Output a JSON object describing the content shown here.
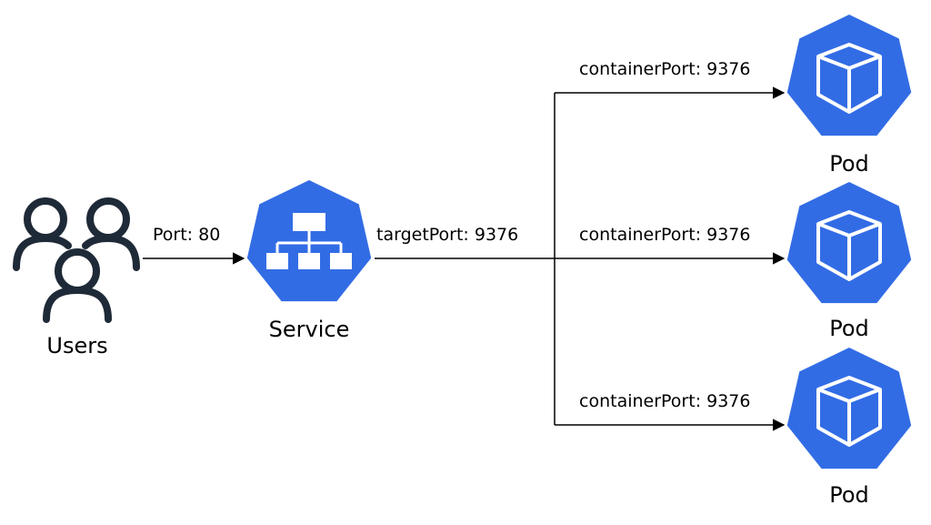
{
  "colors": {
    "k8s_blue": "#326CE5",
    "icon_white": "#ffffff",
    "users_stroke": "#1f2a38",
    "line": "#000000",
    "background": "#ffffff"
  },
  "nodes": {
    "users": {
      "label": "Users",
      "icon": "users-icon"
    },
    "service": {
      "label": "Service",
      "icon": "service-network-icon"
    },
    "pods": [
      {
        "label": "Pod",
        "icon": "pod-cube-icon"
      },
      {
        "label": "Pod",
        "icon": "pod-cube-icon"
      },
      {
        "label": "Pod",
        "icon": "pod-cube-icon"
      }
    ]
  },
  "edges": {
    "users_to_service": {
      "label": "Port: 80"
    },
    "service_out": {
      "label": "targetPort: 9376"
    },
    "to_pods": [
      {
        "label": "containerPort: 9376"
      },
      {
        "label": "containerPort: 9376"
      },
      {
        "label": "containerPort: 9376"
      }
    ]
  }
}
